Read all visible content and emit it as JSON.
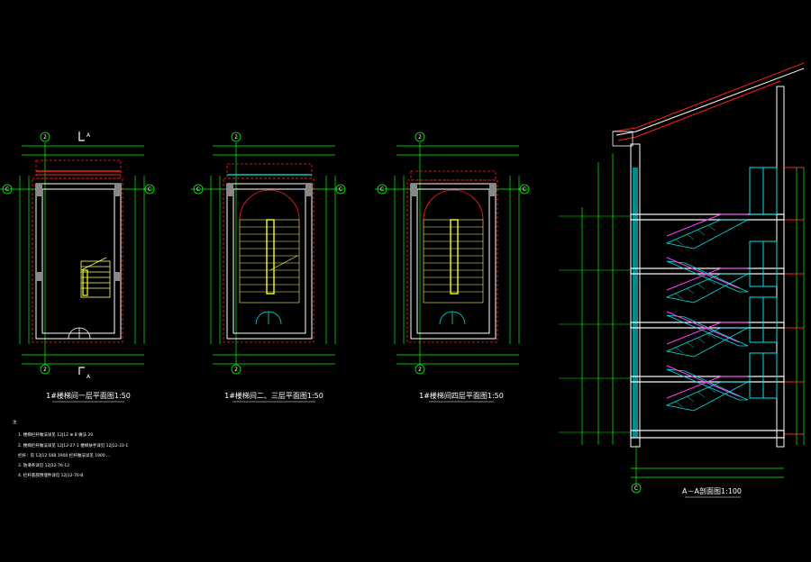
{
  "titles": {
    "plan1": "1#楼梯间一层平面图1:50",
    "plan2": "1#楼梯间二、三层平面图1:50",
    "plan3": "1#楼梯间四层平面图1:50",
    "section": "A－A剖面图1:100"
  },
  "axis_marks": {
    "plan1_top": "2",
    "plan1_left": "C",
    "plan1_right": "C",
    "plan1_bottom": "2",
    "plan2_top": "2",
    "plan2_left": "C",
    "plan2_right": "C",
    "plan2_bottom": "2",
    "plan3_top": "2",
    "plan3_left": "C",
    "plan3_right": "C",
    "plan3_bottom": "2",
    "section_bottom": "C"
  },
  "section_marks": {
    "a1": "A",
    "a2": "A"
  },
  "notes": [
    "1.  楼梯栏杆做法详见   12J12    ⊕ B 做法 20",
    "2.  楼梯栏杆做法详见      12J12-27-1        楼梯扶手详见    12J12-33-1",
    "      栏杆：见 12J12 50B        1900        栏杆做法详见      1900      …",
    "3.  防滑条详见    12J12-76-12",
    "4.  栏杆底部预埋件详见        12J12-76-B"
  ],
  "colors": {
    "wall": "#ffffff",
    "dim": "#00ff00",
    "axis": "#00ff00",
    "stair": "#ffff66",
    "rail": "#ffff00",
    "red": "#ff2020",
    "cyan": "#00e5e5",
    "magenta": "#ff40ff",
    "glass": "#00c8c8"
  }
}
